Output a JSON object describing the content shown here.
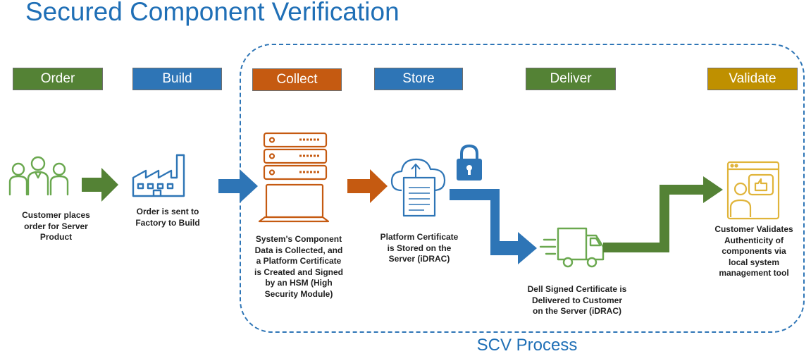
{
  "title": "Secured Component Verification",
  "process_label": "SCV Process",
  "stages": [
    {
      "label": "Order",
      "color": "#548235"
    },
    {
      "label": "Build",
      "color": "#2e75b6"
    },
    {
      "label": "Collect",
      "color": "#c55a11"
    },
    {
      "label": "Store",
      "color": "#2e75b6"
    },
    {
      "label": "Deliver",
      "color": "#548235"
    },
    {
      "label": "Validate",
      "color": "#bf9000"
    }
  ],
  "descriptions": {
    "order": [
      "Customer places",
      "order for Server",
      "Product"
    ],
    "build": [
      "Order is sent to",
      "Factory to Build"
    ],
    "collect": [
      "System's Component",
      "Data is Collected, and",
      "a Platform Certificate",
      "is  Created and Signed",
      "by  an HSM (High",
      "Security  Module)"
    ],
    "store": [
      "Platform Certificate",
      "is Stored on the",
      "Server (iDRAC)"
    ],
    "deliver": [
      "Dell Signed Certificate is",
      "Delivered to Customer",
      "on the Server (iDRAC)"
    ],
    "validate": [
      "Customer Validates",
      "Authenticity of",
      "components via",
      "local system",
      "management tool"
    ]
  },
  "icons": [
    "customers-icon",
    "factory-icon",
    "server-laptop-icon",
    "cloud-certificate-icon",
    "lock-icon",
    "delivery-truck-icon",
    "customer-validate-icon"
  ],
  "colors": {
    "green": "#548235",
    "blue": "#2e75b6",
    "orange": "#c55a11",
    "gold": "#bf9000",
    "title": "#1f6fb6"
  }
}
